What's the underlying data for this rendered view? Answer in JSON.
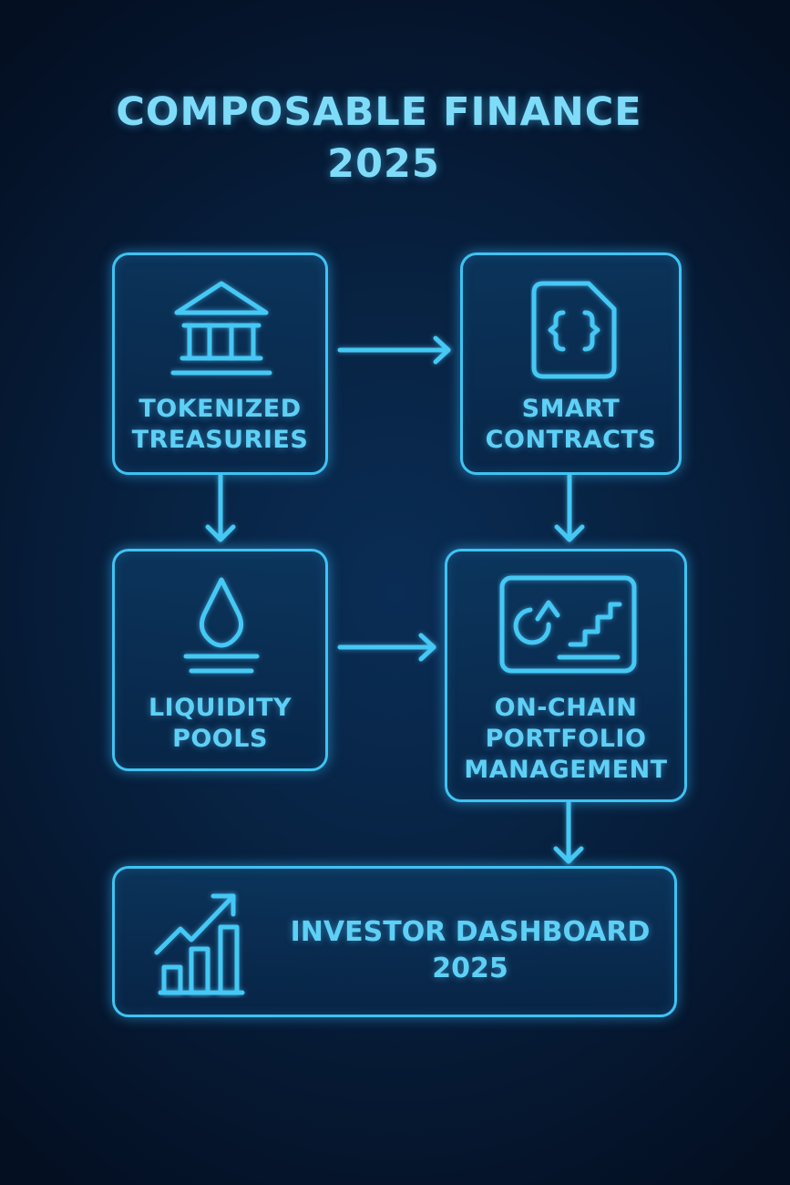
{
  "title": {
    "line1": "COMPOSABLE FINANCE",
    "line2": "2025"
  },
  "nodes": [
    {
      "id": "tokenized-treasuries",
      "icon": "bank-icon",
      "lines": [
        "TOKENIZED",
        "TREASURIES"
      ]
    },
    {
      "id": "smart-contracts",
      "icon": "code-document-icon",
      "lines": [
        "SMART",
        "CONTRACTS"
      ]
    },
    {
      "id": "liquidity-pools",
      "icon": "water-drop-icon",
      "lines": [
        "LIQUIDITY",
        "POOLS"
      ]
    },
    {
      "id": "on-chain-portfolio-management",
      "icon": "portfolio-chart-icon",
      "lines": [
        "ON-CHAIN",
        "PORTFOLIO",
        "MANAGEMENT"
      ]
    },
    {
      "id": "investor-dashboard",
      "icon": "growth-chart-icon",
      "lines": [
        "INVESTOR DASHBOARD",
        "2025"
      ]
    }
  ],
  "edges": [
    {
      "from": "tokenized-treasuries",
      "to": "smart-contracts"
    },
    {
      "from": "tokenized-treasuries",
      "to": "liquidity-pools"
    },
    {
      "from": "smart-contracts",
      "to": "on-chain-portfolio-management"
    },
    {
      "from": "liquidity-pools",
      "to": "on-chain-portfolio-management"
    },
    {
      "from": "on-chain-portfolio-management",
      "to": "investor-dashboard"
    }
  ],
  "colors": {
    "accent": "#45c8f4",
    "title": "#7fdcf8",
    "background": "#061a35"
  }
}
